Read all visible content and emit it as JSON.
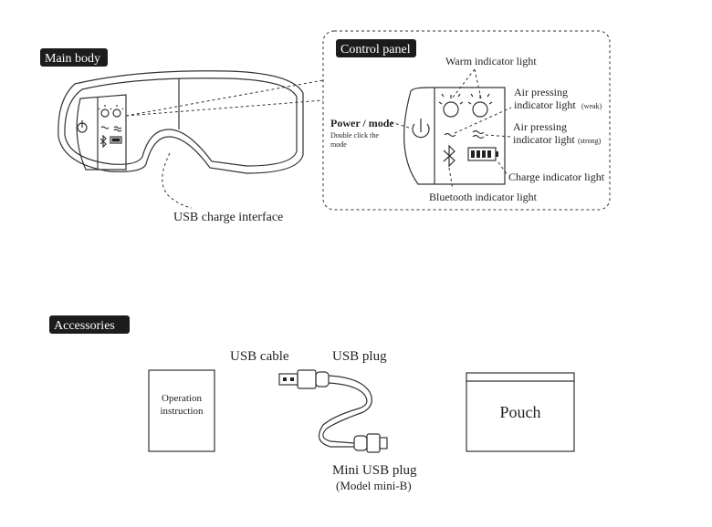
{
  "main_body": {
    "tag": "Main body",
    "usb_charge_label": "USB charge interface"
  },
  "control_panel": {
    "tag": "Control panel",
    "warm_light_label": "Warm indicator light",
    "air_weak_label_line1": "Air pressing",
    "air_weak_label_line2": "indicator light",
    "air_weak_note": "(weak)",
    "air_strong_label_line1": "Air pressing",
    "air_strong_label_line2": "indicator light",
    "air_strong_note": "(strong)",
    "charge_label": "Charge indicator light",
    "bluetooth_label": "Bluetooth indicator light",
    "power_label": "Power / mode",
    "power_note_line1": "Double click the",
    "power_note_line2": "mode"
  },
  "accessories": {
    "tag": "Accessories",
    "manual_line1": "Operation",
    "manual_line2": "instruction",
    "usb_cable_label": "USB cable",
    "usb_plug_label": "USB plug",
    "mini_usb_label": "Mini USB plug",
    "mini_usb_model": "(Model mini-B)",
    "pouch_label": "Pouch"
  },
  "icons": [
    "power-icon",
    "sun-icon",
    "wave-icon",
    "bluetooth-icon",
    "battery-icon"
  ]
}
